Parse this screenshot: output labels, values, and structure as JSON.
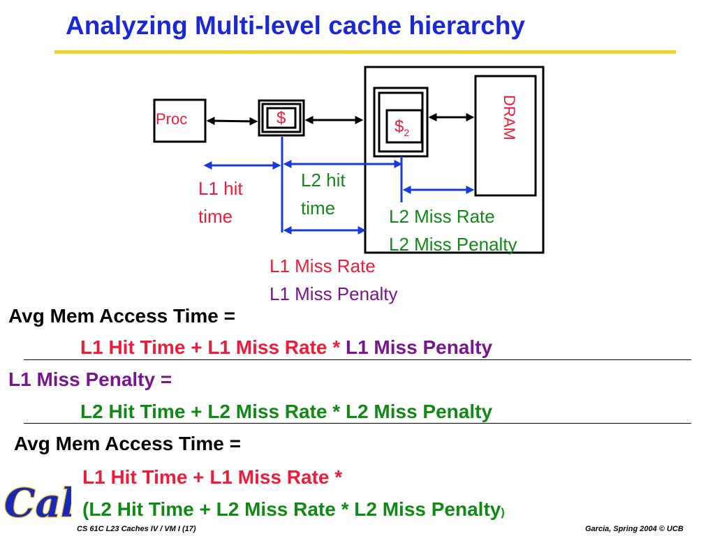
{
  "title": "Analyzing Multi-level cache hierarchy",
  "diagram": {
    "proc_label": "Proc",
    "l1_cache_label": "$",
    "l2_cache_label": "$",
    "l2_cache_subscript": "2",
    "dram_label": "DRAM",
    "l1_hit_time": [
      "L1 hit",
      "time"
    ],
    "l2_hit_time": [
      "L2 hit",
      "time"
    ],
    "l2_miss_rate": "L2 Miss Rate",
    "l2_miss_penalty": "L2 Miss Penalty",
    "l1_miss_rate": "L1 Miss Rate",
    "l1_miss_penalty": "L1 Miss Penalty"
  },
  "equations": {
    "amat_label_1": "Avg Mem Access Time =",
    "amat_eq_1": {
      "l1_hit_time": "L1 Hit Time",
      "plus": "+",
      "l1_miss_rate": "L1 Miss Rate",
      "times": "*",
      "l1_miss_penalty": "L1 Miss Penalty"
    },
    "l1mp_label": "L1 Miss Penalty =",
    "l1mp_eq": "L2 Hit Time + L2 Miss Rate * L2 Miss Penalty",
    "amat_label_2": "Avg Mem Access Time =",
    "amat_eq_2_line1": "L1 Hit Time + L1 Miss Rate *",
    "amat_eq_2_line2_open": "(L2 Hit Time +  L2 Miss Rate * L2 Miss Penalty",
    "amat_eq_2_line2_close": ")"
  },
  "footer": {
    "left": "CS 61C L23 Caches IV / VM I (17)",
    "right": "Garcia, Spring 2004 © UCB"
  },
  "logo_text": "Cal",
  "colors": {
    "title": "#1a28d8",
    "title_rule": "#f2d22a",
    "red": "#ee1c38",
    "green": "#108a14",
    "purple": "#7a1590",
    "arrow_blue": "#1a3ad8",
    "logo_blue": "#1a28b8",
    "logo_gold": "#f2c21a"
  }
}
